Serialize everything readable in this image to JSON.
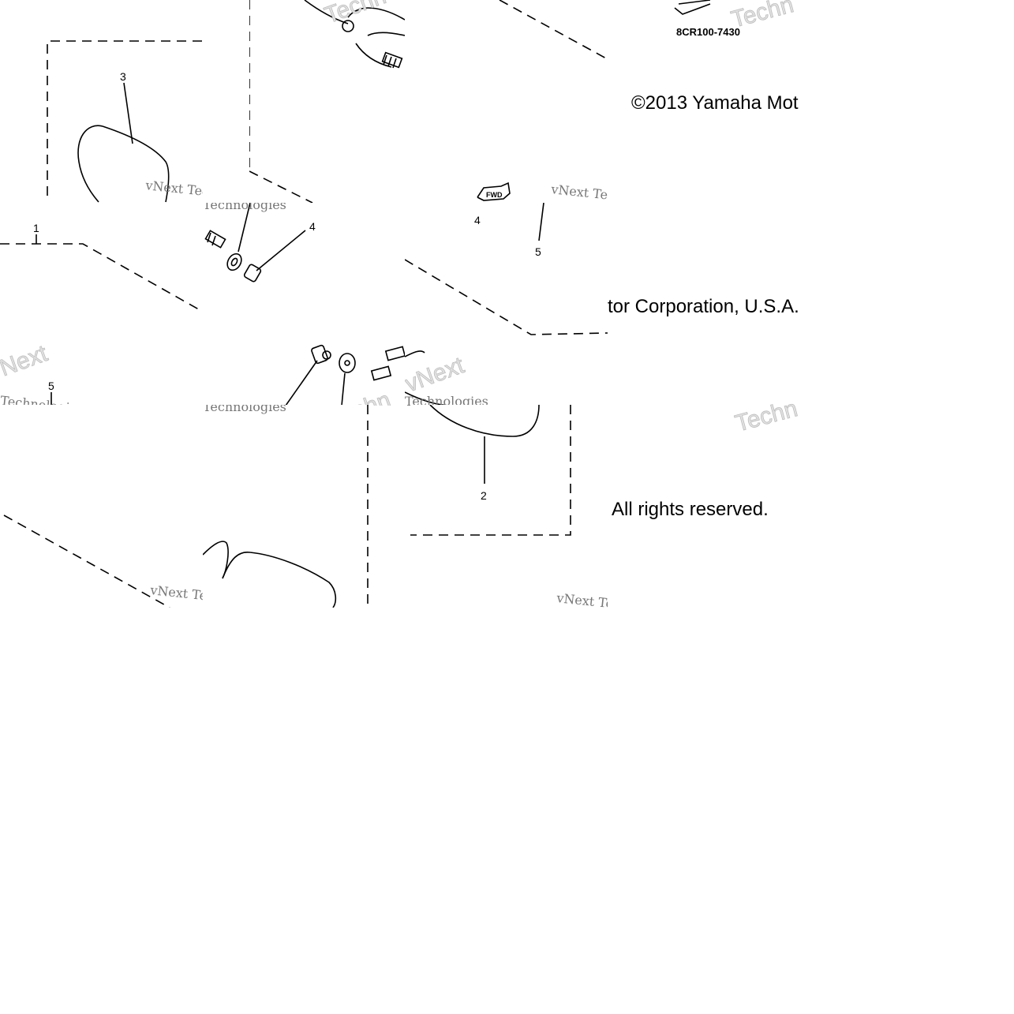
{
  "diagram": {
    "part_code": "8CR100-7430",
    "copyright": {
      "line1_visible": "©2013 Yamaha Mot",
      "line2_visible": "tor Corporation, U.S.A.",
      "line3_visible": "All rights reserved."
    },
    "callouts": {
      "c1": "1",
      "c2": "2",
      "c3": "3",
      "c4_upper": "4",
      "c4_lower": "4",
      "c5_lower": "5",
      "c5_left": "5"
    },
    "fwd_label": "FWD",
    "watermarks": {
      "vnext": "vNext Technologies",
      "vnext_short": "vNext",
      "technologies": "Technologies",
      "techn": "Techn"
    }
  }
}
